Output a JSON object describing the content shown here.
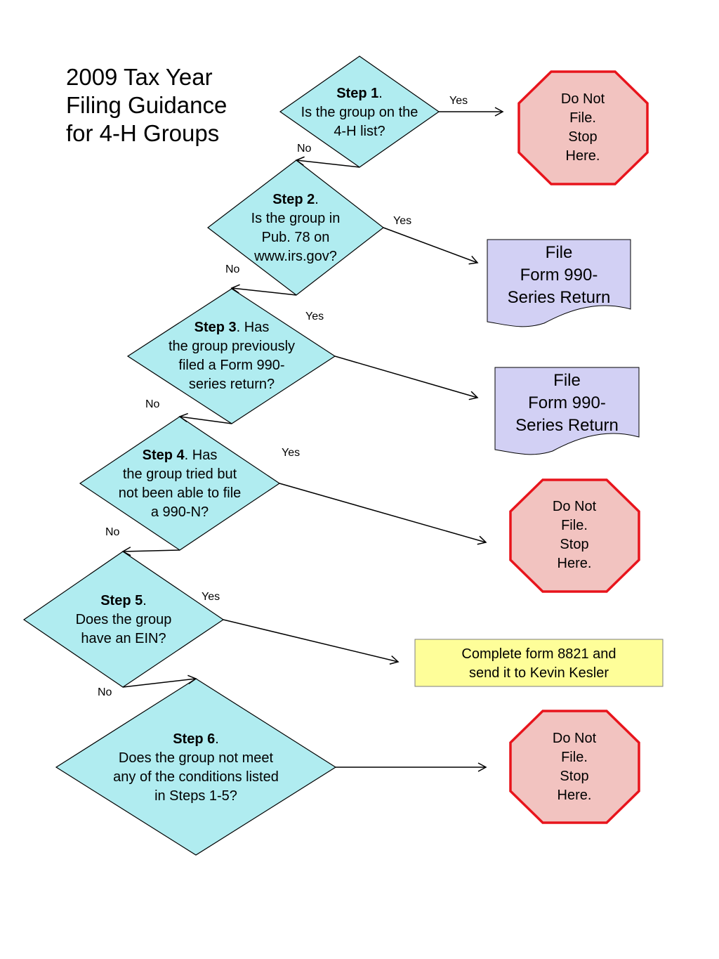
{
  "title": {
    "line1": "2009 Tax Year",
    "line2": "Filing Guidance",
    "line3": "for 4-H Groups"
  },
  "colors": {
    "diamond_fill": "#b0ecf0",
    "stop_fill": "#f2c3c0",
    "stop_border": "#e8141c",
    "doc_fill": "#d2d0f4",
    "note_fill": "#fefe99"
  },
  "steps": [
    {
      "bold": "Step 1",
      "rest": ".",
      "lines": [
        "Is the group on the",
        "4-H list?"
      ]
    },
    {
      "bold": "Step 2",
      "rest": ".",
      "lines": [
        "Is the group in",
        "Pub. 78 on",
        "www.irs.gov?"
      ]
    },
    {
      "bold": "Step 3",
      "rest": ". Has",
      "lines": [
        "the group previously",
        "filed a Form 990-",
        "series return?"
      ]
    },
    {
      "bold": "Step 4",
      "rest": ". Has",
      "lines": [
        "the group tried but",
        "not been able to file",
        "a 990-N?"
      ]
    },
    {
      "bold": "Step 5",
      "rest": ".",
      "lines": [
        "Does the group",
        "have an EIN?"
      ]
    },
    {
      "bold": "Step 6",
      "rest": ".",
      "lines": [
        "Does the group not meet",
        "any of the conditions listed",
        "in Steps 1-5?"
      ]
    }
  ],
  "outcomes": {
    "stop1": [
      "Do Not",
      "File.",
      "Stop",
      "Here."
    ],
    "doc1": [
      "File",
      "Form 990-",
      "Series Return"
    ],
    "doc2": [
      "File",
      "Form 990-",
      "Series Return"
    ],
    "stop2": [
      "Do Not",
      "File.",
      "Stop",
      "Here."
    ],
    "note": [
      "Complete form 8821 and",
      "send it to Kevin Kesler"
    ],
    "stop3": [
      "Do Not",
      "File.",
      "Stop",
      "Here."
    ]
  },
  "edge_labels": {
    "s1_yes": "Yes",
    "s1_no": "No",
    "s2_yes": "Yes",
    "s2_no": "No",
    "s3_yes": "Yes",
    "s3_no": "No",
    "s4_yes": "Yes",
    "s4_no": "No",
    "s5_yes": "Yes",
    "s5_no": "No"
  }
}
